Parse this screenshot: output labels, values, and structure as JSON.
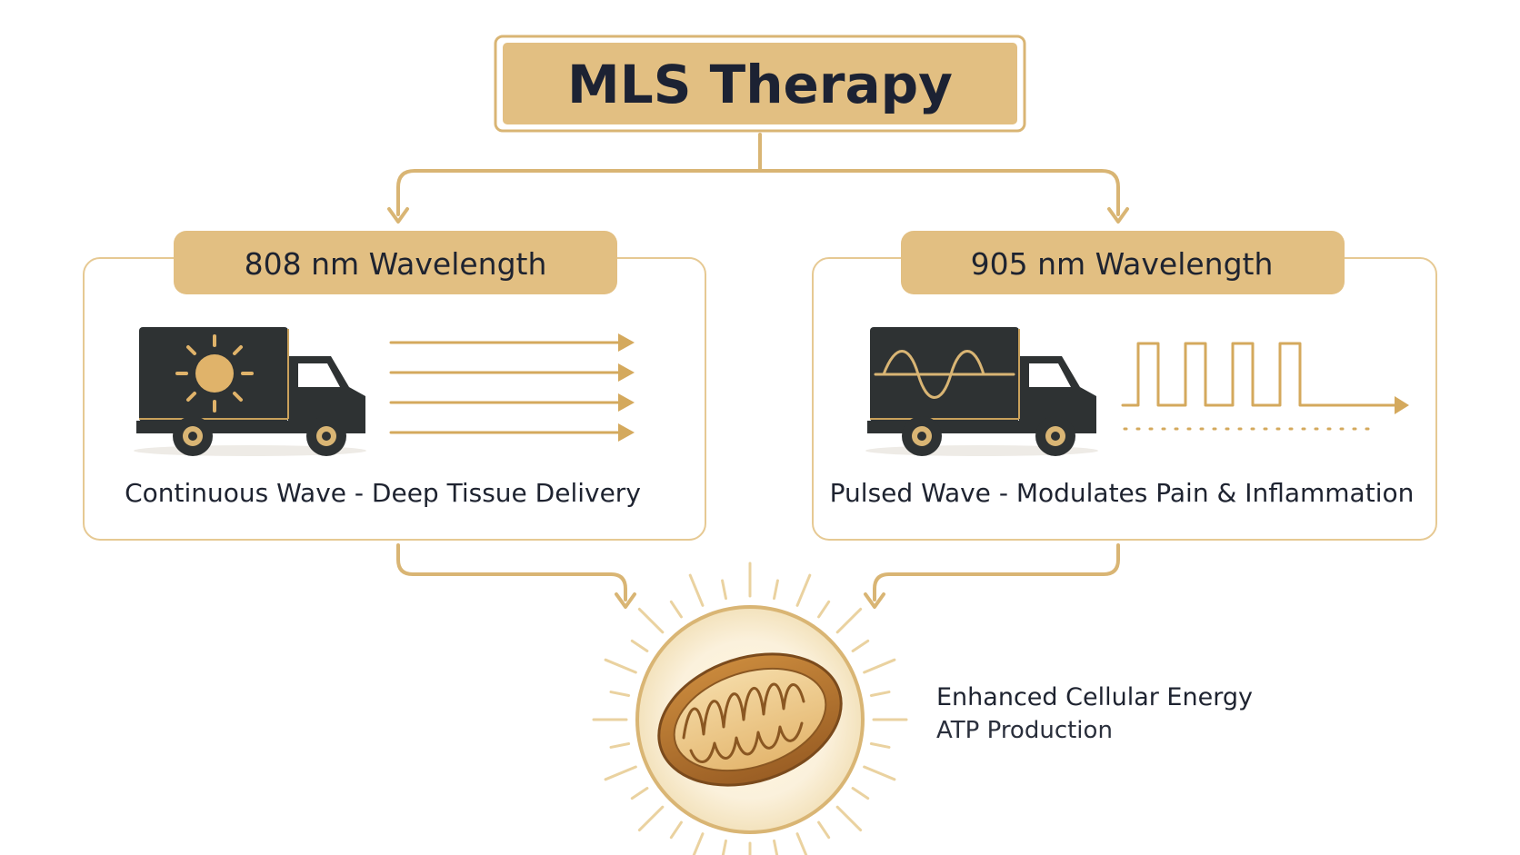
{
  "title": "MLS Therapy",
  "left_panel": {
    "header": "808 nm Wavelength",
    "caption": "Continuous Wave - Deep Tissue Delivery",
    "truck_icon": "truck-icon",
    "cargo_icon": "sun-icon",
    "wave_icon": "continuous-wave-arrows-icon"
  },
  "right_panel": {
    "header": "905 nm Wavelength",
    "caption": "Pulsed Wave - Modulates Pain & Inflammation",
    "truck_icon": "truck-icon",
    "cargo_icon": "sine-wave-icon",
    "wave_icon": "pulsed-wave-icon"
  },
  "result": {
    "title": "Enhanced Cellular Energy",
    "subtitle": "ATP Production",
    "icon": "mitochondrion-icon"
  },
  "colors": {
    "gold": "#D9B574",
    "gold_dark": "#C9A15B",
    "gold_fill": "#E2BF82",
    "navy": "#1C2233",
    "truck": "#2E3233",
    "text": "#1E2330"
  }
}
